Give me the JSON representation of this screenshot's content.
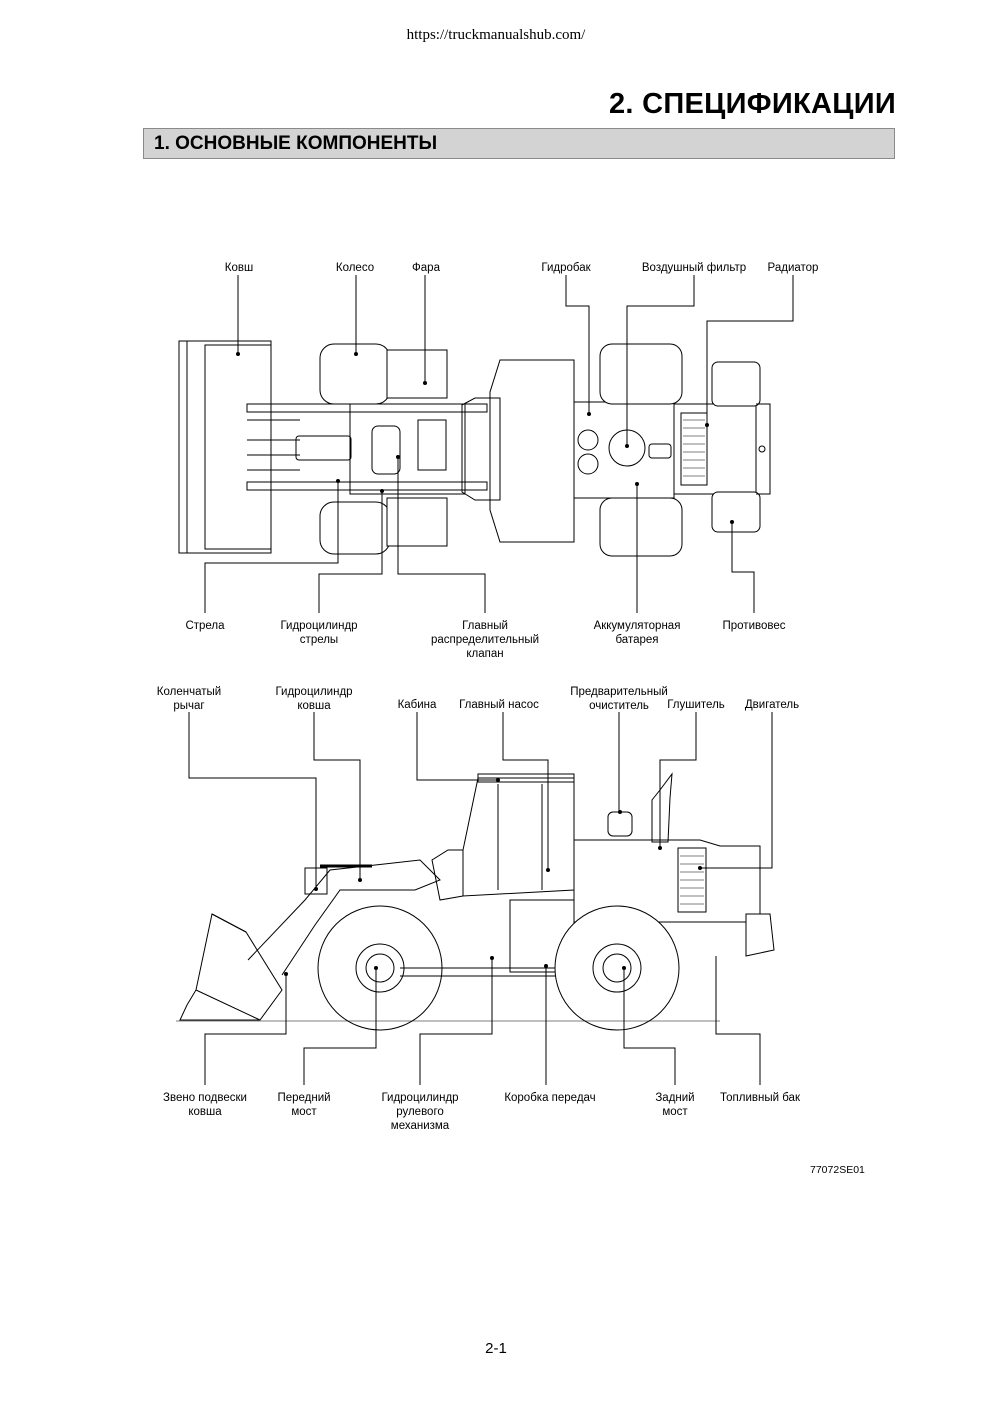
{
  "header": {
    "url": "https://truckmanualshub.com/"
  },
  "chapter_title": "2. СПЕЦИФИКАЦИИ",
  "section_title": "1. ОСНОВНЫЕ КОМПОНЕНТЫ",
  "top_view": {
    "labels_top": [
      "Ковш",
      "Колесо",
      "Фара",
      "Гидробак",
      "Воздушный фильтр",
      "Радиатор"
    ],
    "labels_bottom": [
      "Стрела",
      "Гидроцилиндр стрелы",
      "Главный распределительный клапан",
      "Аккумуляторная батарея",
      "Противовес"
    ]
  },
  "side_view": {
    "labels_top": [
      "Коленчатый рычаг",
      "Гидроцилиндр ковша",
      "Кабина",
      "Главный насос",
      "Предварительный очиститель",
      "Глушитель",
      "Двигатель"
    ],
    "labels_bottom": [
      "Звено подвески ковша",
      "Передний мост",
      "Гидроцилиндр рулевого механизма",
      "Коробка передач",
      "Задний мост",
      "Топливный бак"
    ]
  },
  "figure_code": "77072SE01",
  "page_number": "2-1"
}
